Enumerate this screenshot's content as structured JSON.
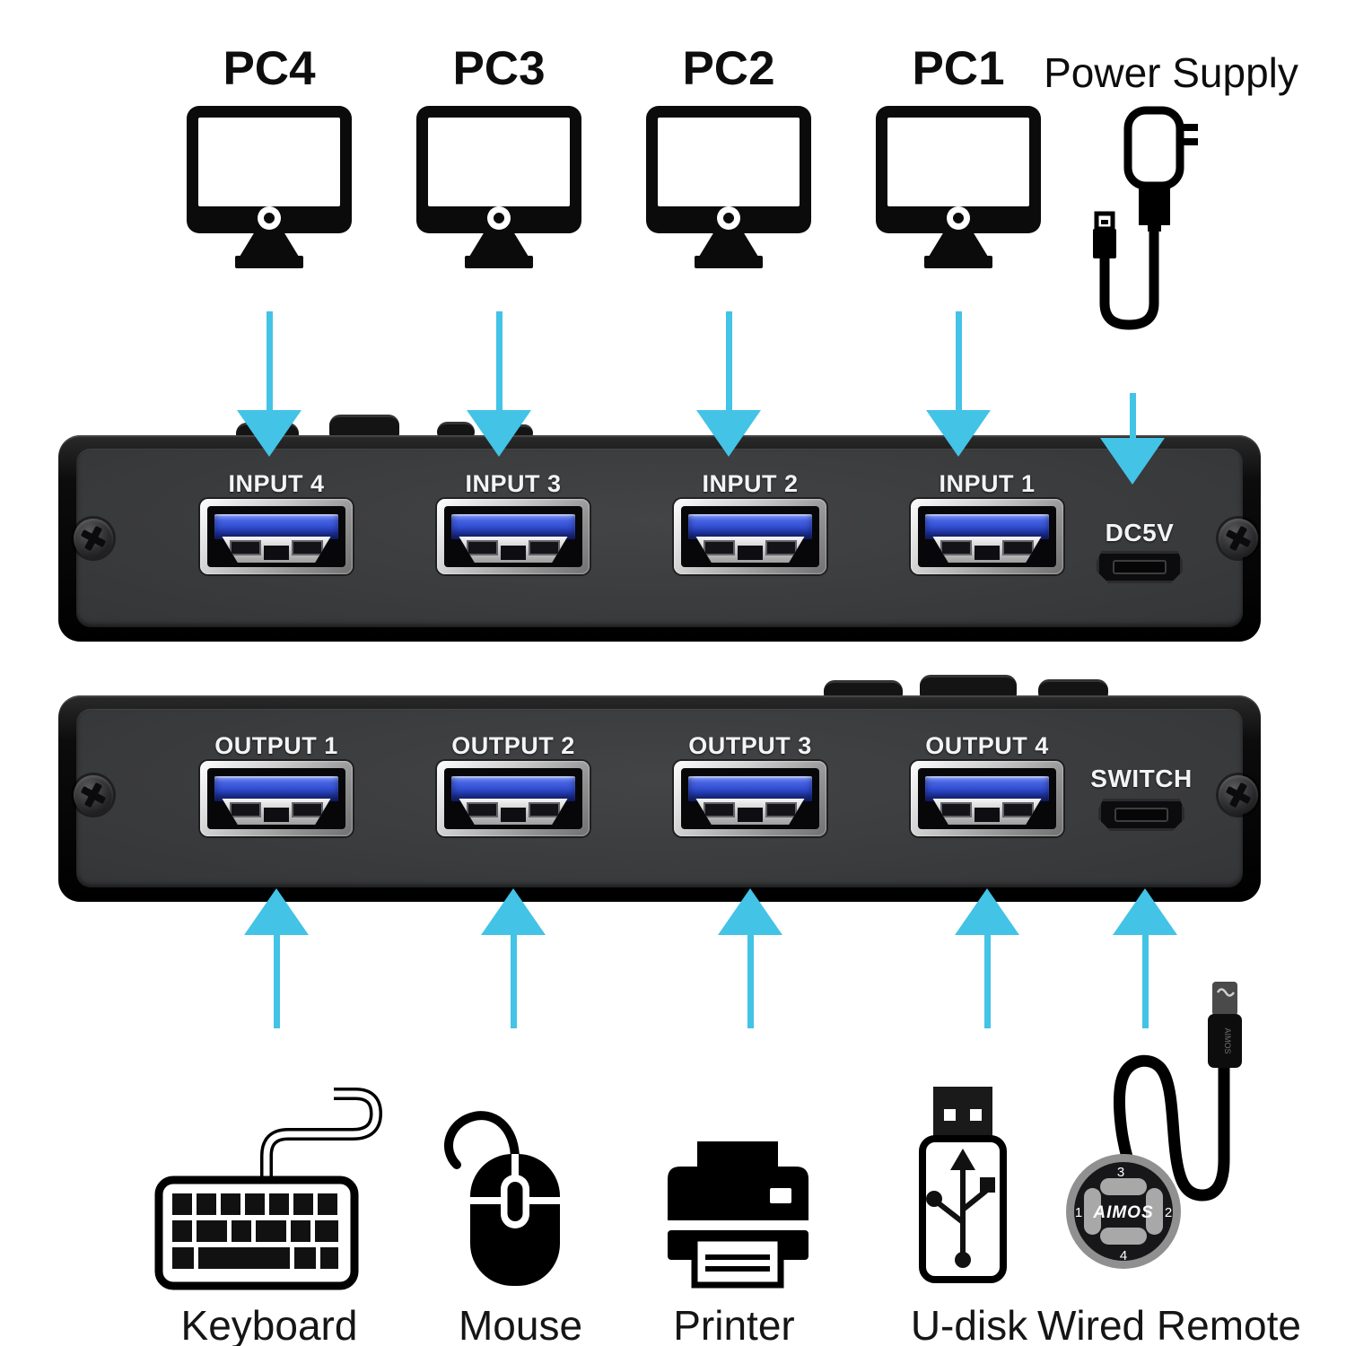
{
  "top_row": {
    "pcs": [
      {
        "label": "PC4"
      },
      {
        "label": "PC3"
      },
      {
        "label": "PC2"
      },
      {
        "label": "PC1"
      }
    ],
    "power_label": "Power Supply"
  },
  "input_panel": {
    "ports": [
      {
        "label": "INPUT 4"
      },
      {
        "label": "INPUT 3"
      },
      {
        "label": "INPUT 2"
      },
      {
        "label": "INPUT 1"
      }
    ],
    "power_port_label": "DC5V"
  },
  "output_panel": {
    "ports": [
      {
        "label": "OUTPUT 1"
      },
      {
        "label": "OUTPUT 2"
      },
      {
        "label": "OUTPUT 3"
      },
      {
        "label": "OUTPUT 4"
      }
    ],
    "switch_port_label": "SWITCH"
  },
  "devices": [
    {
      "label": "Keyboard"
    },
    {
      "label": "Mouse"
    },
    {
      "label": "Printer"
    },
    {
      "label": "U-disk"
    },
    {
      "label": "Wired Remote"
    }
  ],
  "remote": {
    "brand": "AIMOS",
    "buttons": [
      "1",
      "2",
      "3",
      "4"
    ]
  },
  "colors": {
    "arrow_cyan": "#43c3e6",
    "usb_blue": "#2c49cf",
    "panel_black": "#0c0c0c"
  }
}
